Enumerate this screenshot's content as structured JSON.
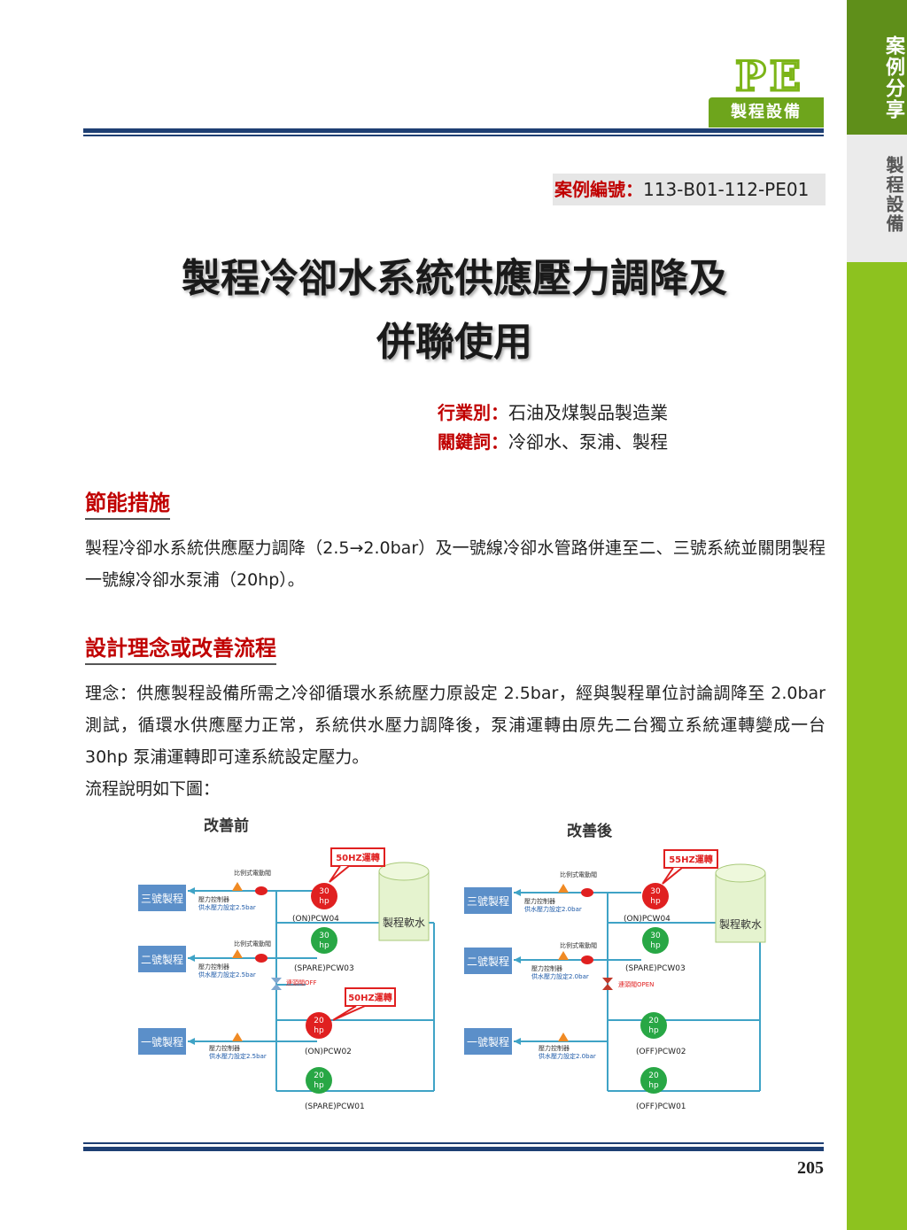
{
  "side": {
    "label1": "案例分享",
    "label2": "製程設備"
  },
  "logo": {
    "pe": "PE",
    "badge": "製程設備"
  },
  "case": {
    "label": "案例編號：",
    "code": "113-B01-112-PE01"
  },
  "title": {
    "line1": "製程冷卻水系統供應壓力調降及",
    "line2": "併聯使用"
  },
  "meta": {
    "industry_label": "行業別：",
    "industry": "石油及煤製品製造業",
    "keywords_label": "關鍵詞：",
    "keywords": "冷卻水、泵浦、製程"
  },
  "sections": {
    "measure_heading": "節能措施",
    "measure_text": "製程冷卻水系統供應壓力調降（2.5→2.0bar）及一號線冷卻水管路併連至二、三號系統並關閉製程一號線冷卻水泵浦（20hp）。",
    "design_heading": "設計理念或改善流程",
    "design_text": "理念：供應製程設備所需之冷卻循環水系統壓力原設定 2.5bar，經與製程單位討論調降至 2.0bar 測試，循環水供應壓力正常，系統供水壓力調降後，泵浦運轉由原先二台獨立系統運轉變成一台 30hp 泵浦運轉即可達系統設定壓力。",
    "flow_text": "流程說明如下圖："
  },
  "diagram": {
    "before": {
      "title": "改善前",
      "line3": "三號製程",
      "line2": "二號製程",
      "line1": "一號製程",
      "valve": "比例式電動閥",
      "ctrl": "壓力控制器",
      "setpoint": "供水壓力設定2.5bar",
      "tank": "製程軟水",
      "bubble1": "50HZ運轉",
      "bubble2": "50HZ運轉",
      "link_valve": "連頭閥OFF",
      "pumps": [
        {
          "hp": "30",
          "unit": "hp",
          "label": "(ON)PCW04",
          "color": "#e02020"
        },
        {
          "hp": "30",
          "unit": "hp",
          "label": "(SPARE)PCW03",
          "color": "#28a745"
        },
        {
          "hp": "20",
          "unit": "hp",
          "label": "(ON)PCW02",
          "color": "#e02020"
        },
        {
          "hp": "20",
          "unit": "hp",
          "label": "(SPARE)PCW01",
          "color": "#28a745"
        }
      ]
    },
    "after": {
      "title": "改善後",
      "line3": "三號製程",
      "line2": "二號製程",
      "line1": "一號製程",
      "valve": "比例式電動閥",
      "ctrl": "壓力控制器",
      "setpoint": "供水壓力設定2.0bar",
      "tank": "製程軟水",
      "bubble1": "55HZ運轉",
      "link_valve": "連頭閥OPEN",
      "pumps": [
        {
          "hp": "30",
          "unit": "hp",
          "label": "(ON)PCW04",
          "color": "#e02020"
        },
        {
          "hp": "30",
          "unit": "hp",
          "label": "(SPARE)PCW03",
          "color": "#28a745"
        },
        {
          "hp": "20",
          "unit": "hp",
          "label": "(OFF)PCW02",
          "color": "#28a745"
        },
        {
          "hp": "20",
          "unit": "hp",
          "label": "(OFF)PCW01",
          "color": "#28a745"
        }
      ]
    }
  },
  "page_number": "205",
  "colors": {
    "accent_green": "#8dc21f",
    "title_red": "#c00000",
    "rule_navy": "#1e3f73",
    "box_blue": "#5b8fc9"
  }
}
